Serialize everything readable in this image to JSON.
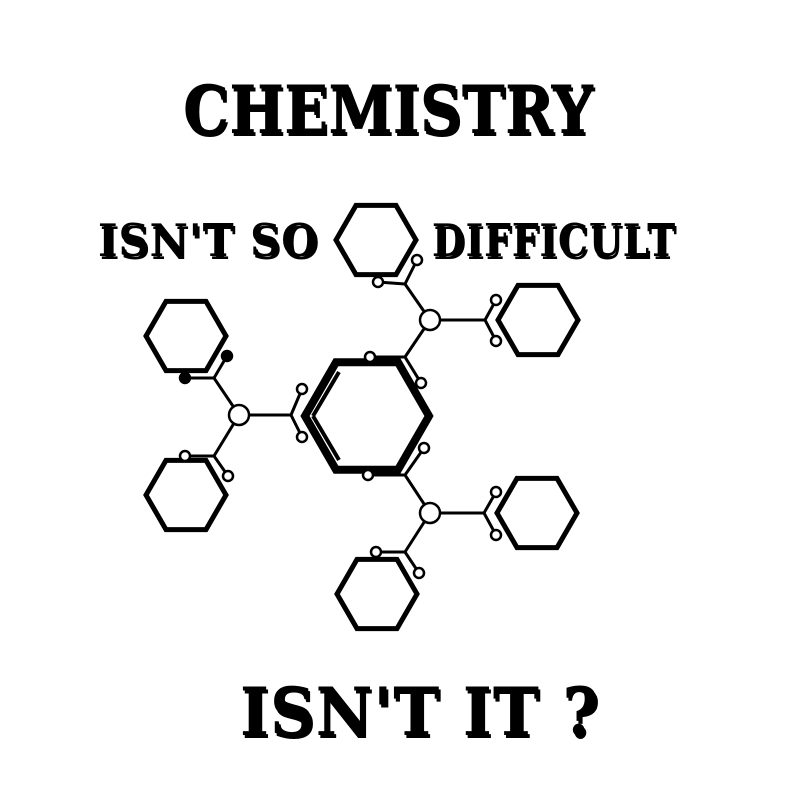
{
  "text": {
    "title": "CHEMISTRY",
    "line2_left": "ISN'T SO",
    "line2_right": "DIFFICULT",
    "bottom": "ISN'T IT ?"
  },
  "colors": {
    "ink": "#000000",
    "background": "#ffffff"
  },
  "molecule": {
    "description": "benzene-ring molecular structure illustration",
    "rings": [
      {
        "name": "central-benzene-ring",
        "size": "large"
      },
      {
        "name": "top-inline-ring",
        "size": "small"
      },
      {
        "name": "top-right-ring",
        "size": "small"
      },
      {
        "name": "upper-left-ring",
        "size": "small"
      },
      {
        "name": "lower-left-ring",
        "size": "small"
      },
      {
        "name": "bottom-right-ring",
        "size": "small"
      },
      {
        "name": "bottom-ring",
        "size": "small"
      }
    ],
    "junctions": [
      {
        "name": "upper-right-junction"
      },
      {
        "name": "left-junction"
      },
      {
        "name": "lower-right-junction"
      }
    ]
  }
}
